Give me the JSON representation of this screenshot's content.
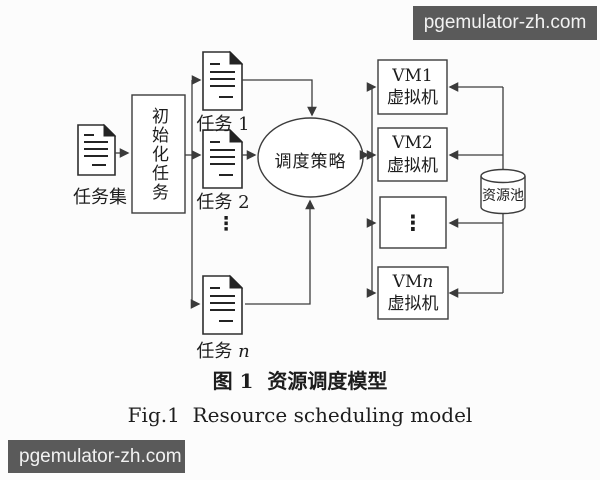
{
  "watermarks": {
    "top_right": "pgemulator-zh.com",
    "bottom_left": "pgemulator-zh.com"
  },
  "diagram": {
    "task_set_label": "任务集",
    "init_box_label": "初始化任务",
    "task1_label": "任务 1",
    "task2_label": "任务 2",
    "task_ellipsis": "⋮",
    "task_n_prefix": "任务 ",
    "task_n_var": "n",
    "scheduler_label": "调度策略",
    "vm1_line1": "VM1",
    "vm1_line2": "虚拟机",
    "vm2_line1": "VM2",
    "vm2_line2": "虚拟机",
    "vm_ellipsis": "⋮",
    "vmn_line1_prefix": "VM",
    "vmn_line1_var": "n",
    "vmn_line2": "虚拟机",
    "resource_pool_label": "资源池"
  },
  "caption": {
    "zh": "图 1  资源调度模型",
    "en": "Fig.1  Resource scheduling model"
  },
  "colors": {
    "line": "#3c3c3c",
    "text": "#1d1d1d",
    "watermark_bg": "#5a5a5a",
    "watermark_text": "#f2f2f2",
    "background": "#fcfcfc"
  }
}
